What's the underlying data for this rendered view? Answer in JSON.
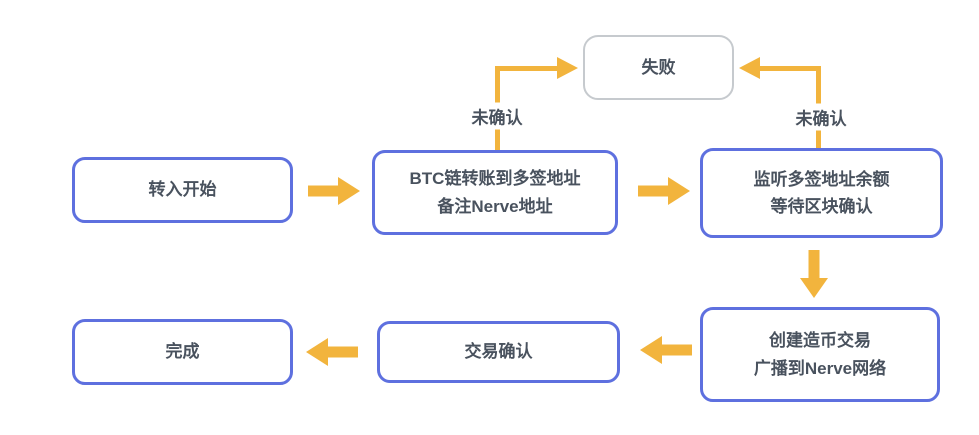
{
  "colors": {
    "background": "#FFFFFF",
    "node_border": "#5E70DF",
    "fail_border": "#C6CACE",
    "arrow": "#F2B43D",
    "text": "#49525E"
  },
  "nodes": {
    "fail": "失败",
    "start": "转入开始",
    "transfer": "BTC链转账到多签地址\n备注Nerve地址",
    "listen": "监听多签地址余额\n等待区块确认",
    "mint": "创建造币交易\n广播到Nerve网络",
    "confirm": "交易确认",
    "done": "完成"
  },
  "edge_labels": {
    "unconfirmed_left": "未确认",
    "unconfirmed_right": "未确认"
  }
}
